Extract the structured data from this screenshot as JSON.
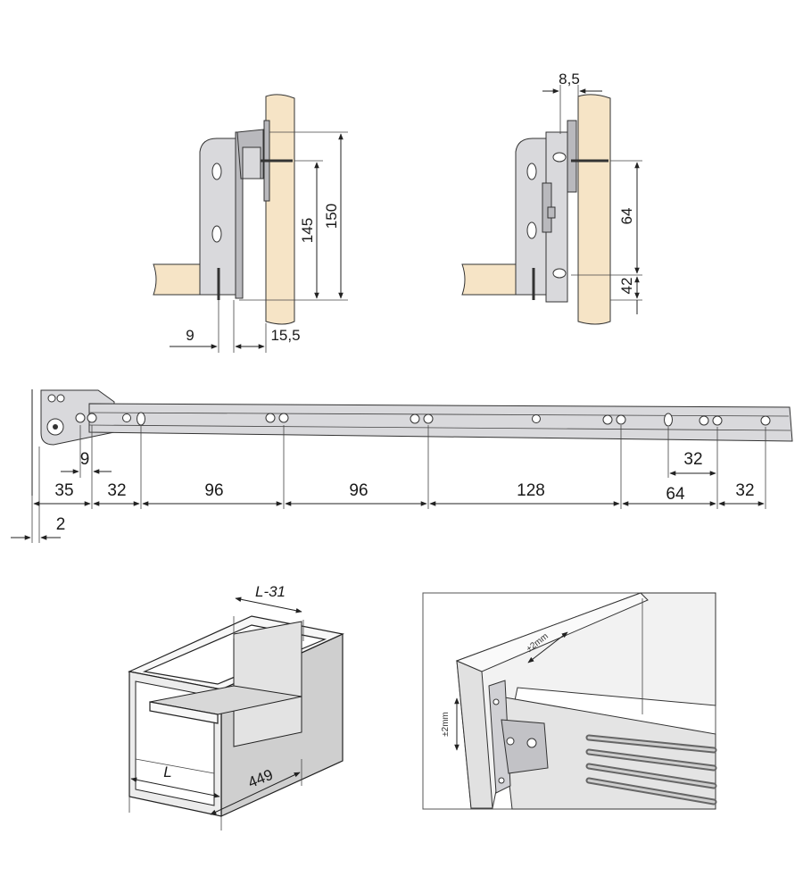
{
  "front_fixing": {
    "height_total": "150",
    "height_screw": "145",
    "offset_left": "9",
    "offset_right": "15,5"
  },
  "side_fixing": {
    "top_offset": "8,5",
    "spacing": "64",
    "bottom_offset": "42"
  },
  "runner": {
    "hole_offset": "9",
    "segments": [
      "35",
      "32",
      "96",
      "96",
      "128",
      "64",
      "32"
    ],
    "slot_spacing": "32",
    "edge_offset": "2"
  },
  "drawer_box": {
    "label_length": "L",
    "label_runner": "L-31",
    "label_depth": "449"
  },
  "detail": {
    "adjust_horizontal": "±2mm",
    "adjust_vertical": "±2mm"
  },
  "colors": {
    "wood": "#f6e4c6",
    "metal": "#d9d9dc"
  }
}
